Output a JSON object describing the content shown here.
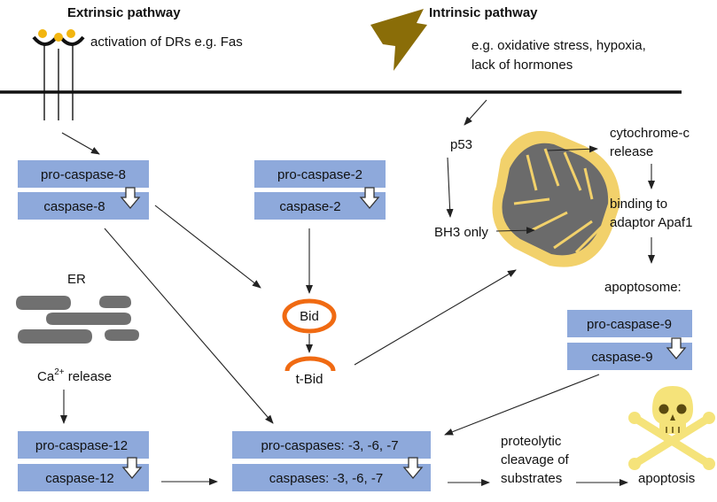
{
  "headers": {
    "extrinsic": "Extrinsic pathway",
    "intrinsic": "Intrinsic pathway"
  },
  "labels": {
    "dr_activation": "activation of DRs e.g. Fas",
    "stress_line1": "e.g. oxidative stress, hypoxia,",
    "stress_line2": "lack of hormones",
    "p53": "p53",
    "bh3": "BH3 only",
    "cytc_line1": "cytochrome-c",
    "cytc_line2": "release",
    "binding_line1": "binding to",
    "binding_line2": "adaptor Apaf1",
    "apoptosome": "apoptosome:",
    "er": "ER",
    "ca_prefix": "Ca",
    "ca_sup": "2+",
    "ca_suffix": " release",
    "bid": "Bid",
    "tbid": "t-Bid",
    "proteo_line1": "proteolytic",
    "proteo_line2": "cleavage  of",
    "proteo_line3": "substrates",
    "apoptosis": "apoptosis"
  },
  "boxes": {
    "procasp8": "pro-caspase-8",
    "casp8": "caspase-8",
    "procasp2": "pro-caspase-2",
    "casp2": "caspase-2",
    "procasp9": "pro-caspase-9",
    "casp9": "caspase-9",
    "procasp12": "pro-caspase-12",
    "casp12": "caspase-12",
    "procasps": "pro-caspases: -3, -6, -7",
    "casps": "caspases: -3, -6, -7"
  },
  "icons": {
    "receptor": "death-receptor-icon",
    "lightning": "lightning-bolt-icon",
    "mitochondrion": "mitochondrion-icon",
    "er": "endoplasmic-reticulum-icon",
    "skull": "skull-crossbones-icon",
    "down_arrow": "hollow-down-arrow-icon"
  },
  "colors": {
    "box_fill": "#8ea9db",
    "bid_orange": "#f06a12",
    "lightning": "#8a6d08",
    "mito_outer": "#f2d16b",
    "mito_inner": "#6b6b6b",
    "er_gray": "#707070",
    "skull": "#f5e37a",
    "receptor_yellow": "#f2b50f"
  }
}
